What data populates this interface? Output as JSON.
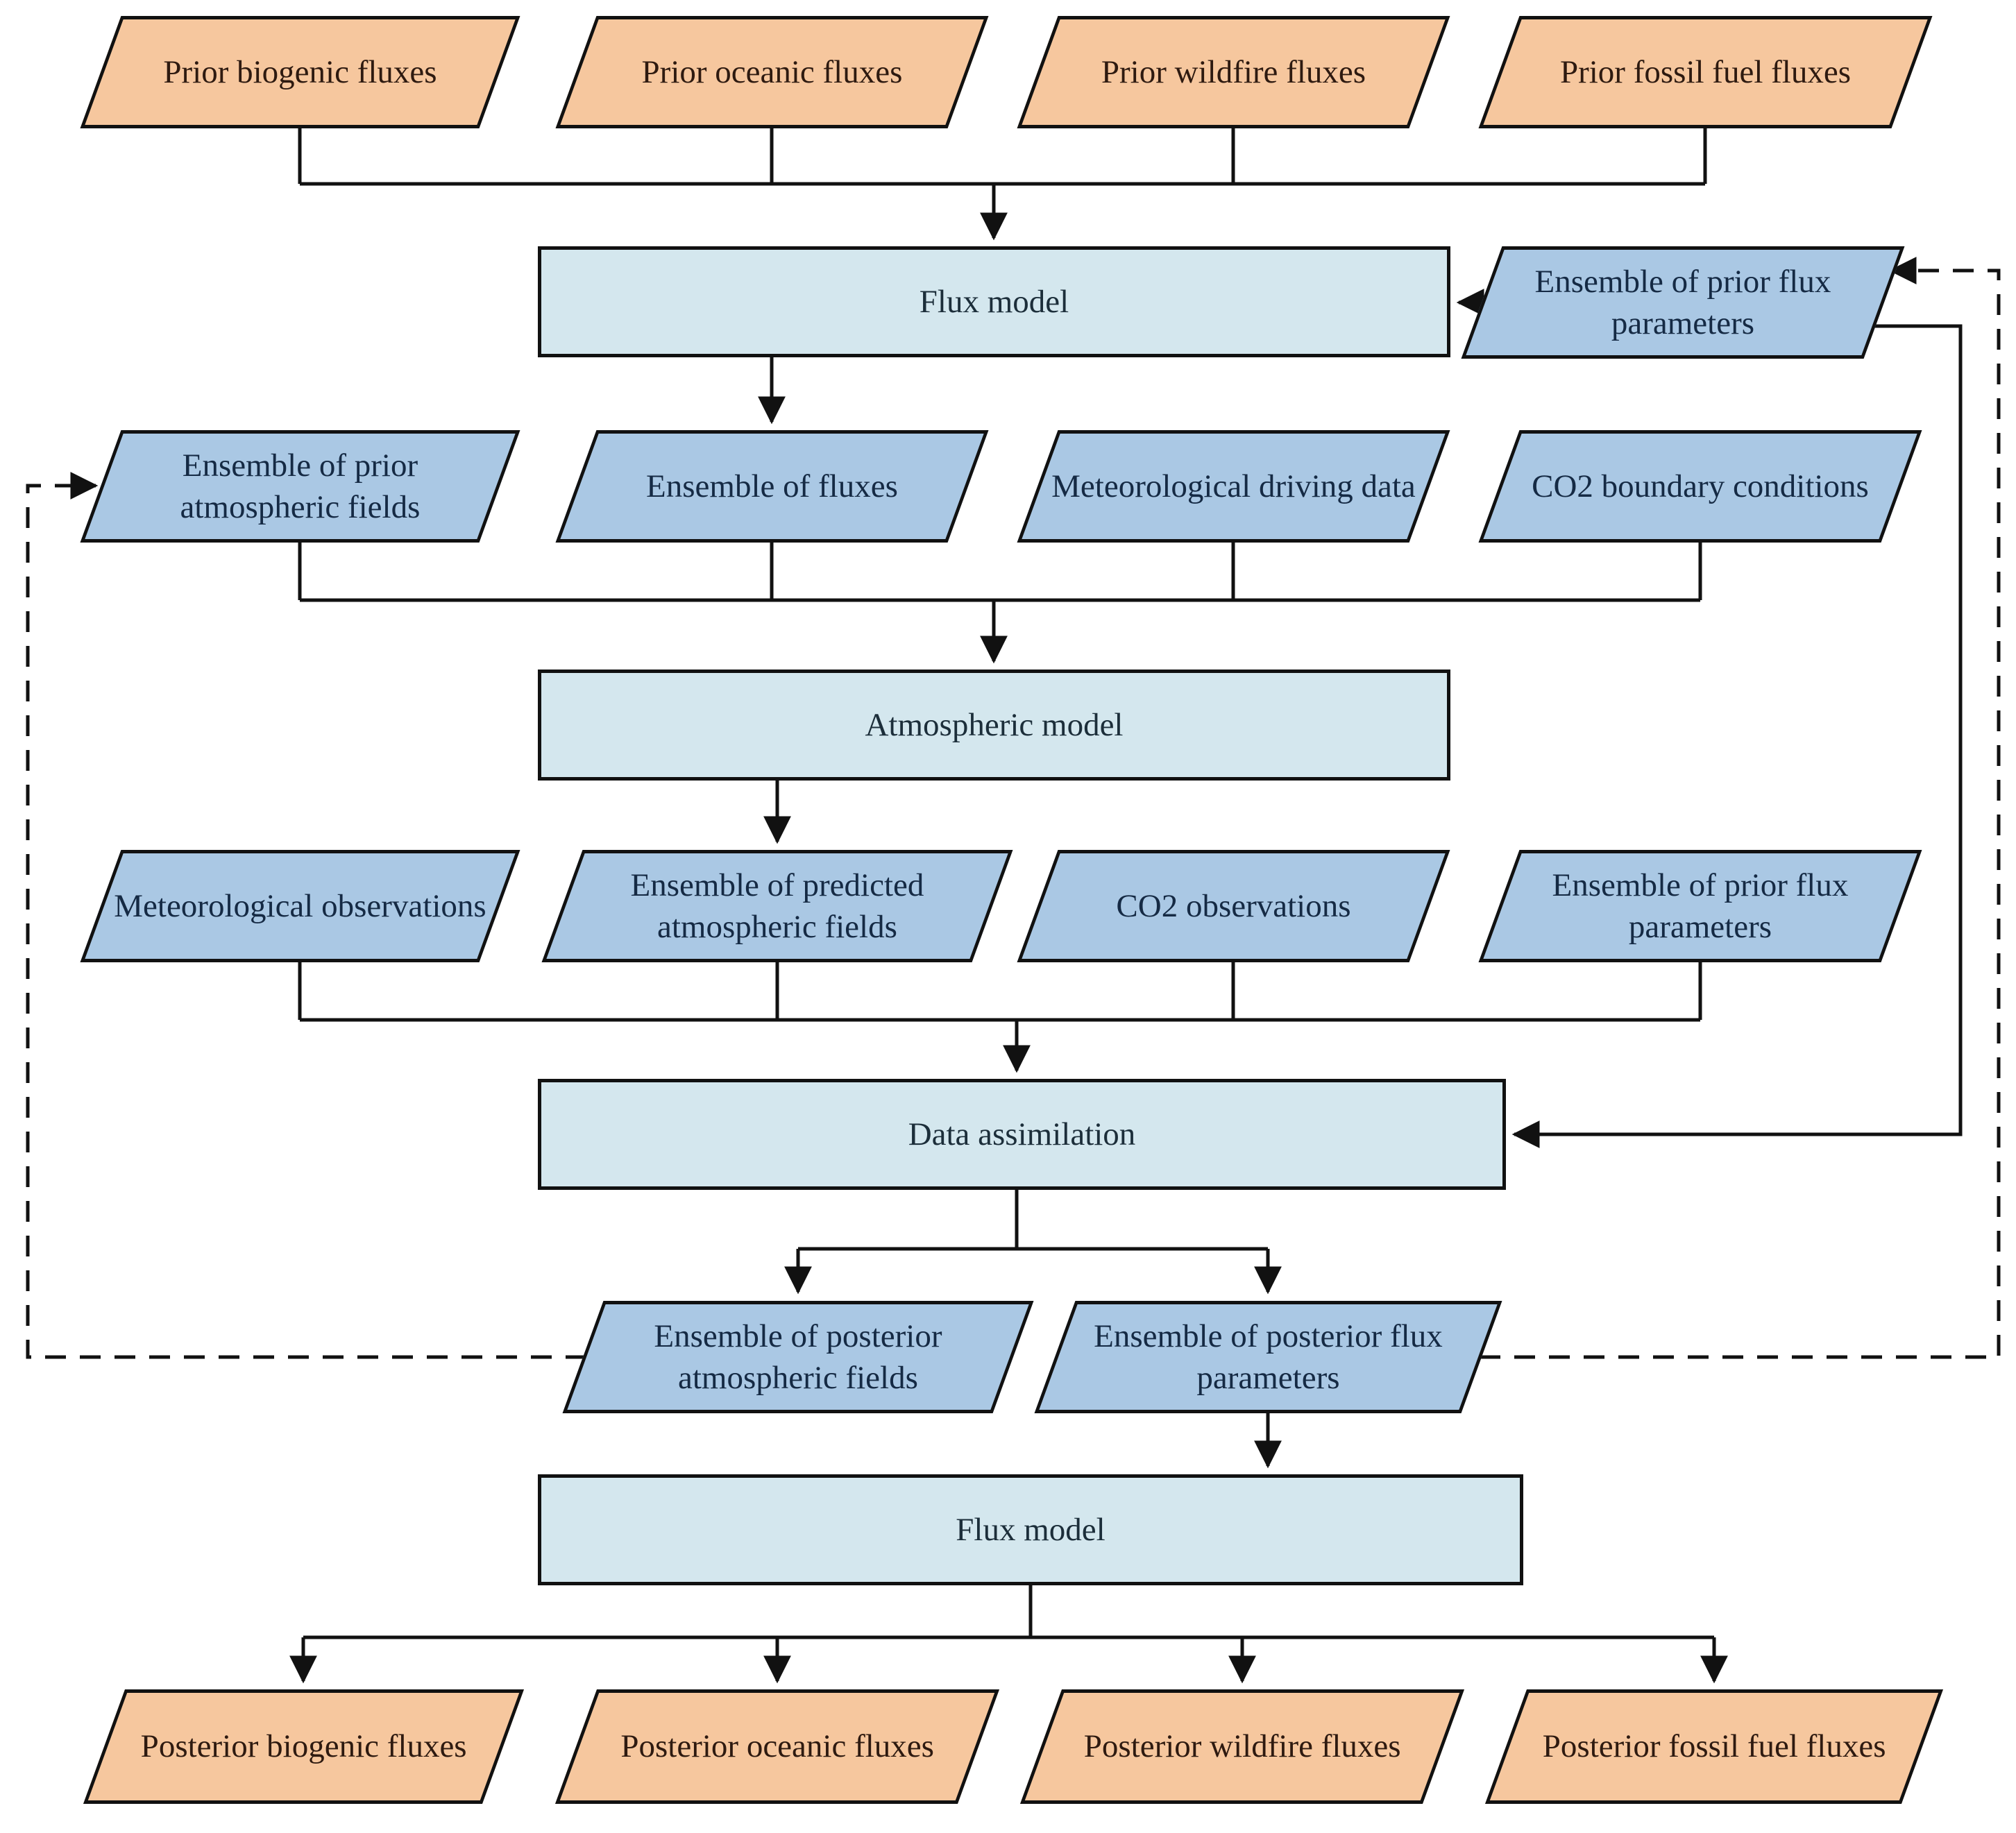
{
  "diagram": {
    "type": "flowchart",
    "colors": {
      "io_fill": "#f6c79e",
      "data_fill": "#aac8e4",
      "process_fill": "#d4e7ee",
      "line": "#111111",
      "io_text": "#2e1a10",
      "data_text": "#152a44",
      "process_text": "#1c2e3a"
    },
    "nodes": {
      "prior_biogenic": {
        "label": "Prior biogenic fluxes"
      },
      "prior_oceanic": {
        "label": "Prior oceanic fluxes"
      },
      "prior_wildfire": {
        "label": "Prior wildfire fluxes"
      },
      "prior_fossil": {
        "label": "Prior fossil fuel fluxes"
      },
      "flux_model_top": {
        "label": "Flux model"
      },
      "ens_prior_flux_params_top": {
        "label": "Ensemble of prior flux parameters"
      },
      "ens_prior_atm_fields": {
        "label": "Ensemble of prior atmospheric fields"
      },
      "ens_fluxes": {
        "label": "Ensemble of fluxes"
      },
      "met_driving": {
        "label": "Meteorological driving data"
      },
      "co2_boundary": {
        "label": "CO2 boundary conditions"
      },
      "atmospheric_model": {
        "label": "Atmospheric model"
      },
      "met_obs": {
        "label": "Meteorological observations"
      },
      "ens_pred_atm_fields": {
        "label": "Ensemble of predicted atmospheric fields"
      },
      "co2_obs": {
        "label": "CO2 observations"
      },
      "ens_prior_flux_params_mid": {
        "label": "Ensemble of prior flux parameters"
      },
      "data_assimilation": {
        "label": "Data assimilation"
      },
      "ens_post_atm_fields": {
        "label": "Ensemble of posterior atmospheric fields"
      },
      "ens_post_flux_params": {
        "label": "Ensemble of posterior flux parameters"
      },
      "flux_model_bottom": {
        "label": "Flux model"
      },
      "post_biogenic": {
        "label": "Posterior biogenic fluxes"
      },
      "post_oceanic": {
        "label": "Posterior oceanic fluxes"
      },
      "post_wildfire": {
        "label": "Posterior wildfire fluxes"
      },
      "post_fossil": {
        "label": "Posterior fossil fuel fluxes"
      }
    }
  }
}
